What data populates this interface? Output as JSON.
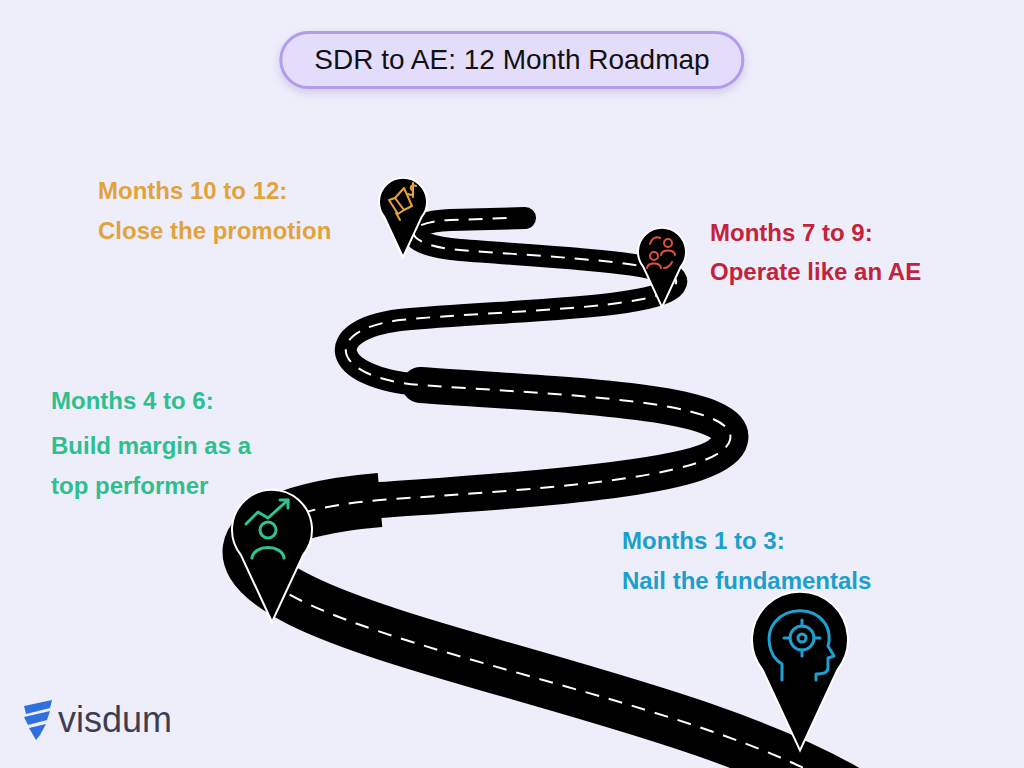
{
  "diagram": {
    "title": "SDR to AE:  12 Month Roadmap",
    "labels": [
      "Months 10 to 12:",
      "Close the promotion",
      "Months 7 to 9:",
      "Operate like an AE",
      "Months 4 to 6:",
      "Build margin as a top performer",
      "Months 1 to 3:",
      "Nail the fundamentals",
      "visdum"
    ]
  }
}
